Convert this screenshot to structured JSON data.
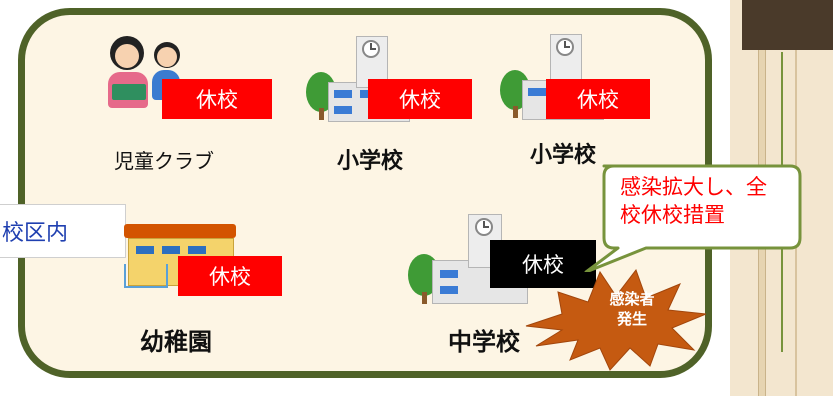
{
  "district": {
    "label": "校区内"
  },
  "facilities": [
    {
      "name": "児童クラブ",
      "status": "休校"
    },
    {
      "name": "小学校",
      "status": "休校"
    },
    {
      "name": "小学校",
      "status": "休校"
    },
    {
      "name": "幼稚園",
      "status": "休校"
    },
    {
      "name": "中学校",
      "status": "休校"
    }
  ],
  "callout": {
    "line1": "感染拡大し、全",
    "line2": "校休校措置"
  },
  "burst": {
    "line1": "感染者",
    "line2": "発生"
  },
  "colors": {
    "board_border": "#4f6228",
    "board_fill": "#fdf5e4",
    "closed_tag": "#ff0000",
    "callout_border": "#77933c",
    "burst": "#c55a11"
  }
}
